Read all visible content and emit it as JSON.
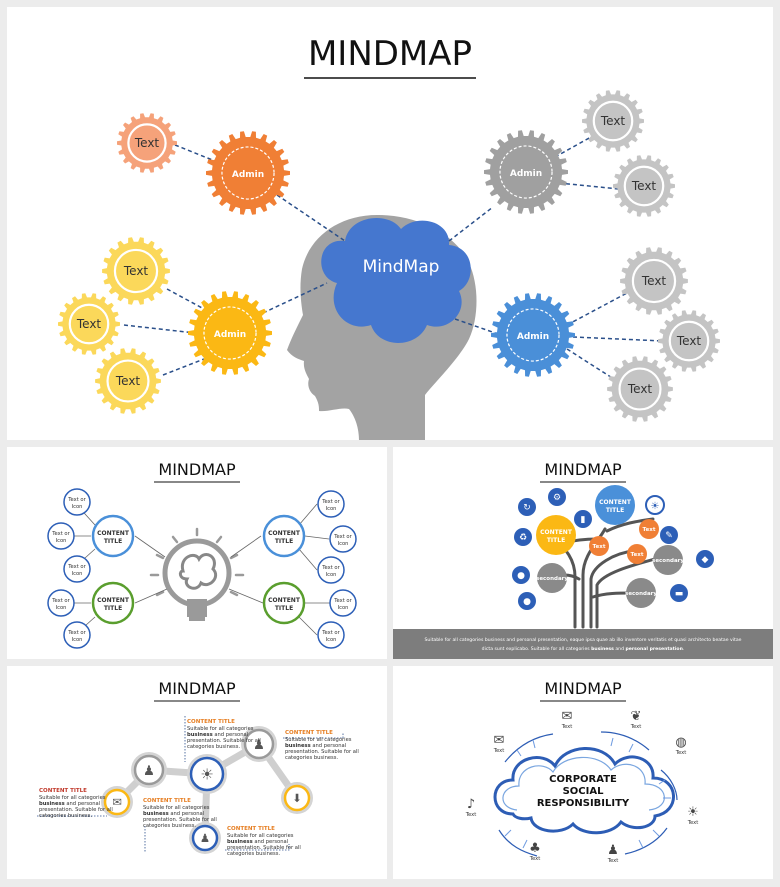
{
  "main": {
    "title": "MINDMAP",
    "center_label": "MindMap",
    "admin_label": "Admin",
    "text_label": "Text",
    "colors": {
      "orange": "#f07f35",
      "orange_light": "#f5a27a",
      "yellow": "#fbb814",
      "yellow_light": "#fbd85a",
      "gray": "#a0a0a0",
      "gray_light": "#c4c4c4",
      "blue": "#4a8fd8",
      "brain": "#4577cf",
      "head": "#a3a3a3",
      "dash": "#2a4f8a"
    }
  },
  "bulb": {
    "title": "MINDMAP",
    "node_label_1": "Text or",
    "node_label_2": "Icon",
    "content_title_1": "CONTENT",
    "content_title_2": "TITLE"
  },
  "tree": {
    "title": "MINDMAP",
    "content_title_1": "CONTENT",
    "content_title_2": "TITLE",
    "secondary_label": "secondary",
    "text_label": "Text",
    "footer_line_1": "Suitable for all categories business and personal presentation, eaque ipsa quae ab illo inventore veritatis et quasi architecto beatae vitae",
    "footer_line_2_a": "dicta sunt explicabo. Suitable for all categories",
    "footer_bold_1": "business",
    "footer_line_2_b": "and",
    "footer_bold_2": "personal presentation",
    "footer_end": "."
  },
  "circles": {
    "title": "MINDMAP",
    "content_title": "CONTENT TITLE",
    "desc_1": "Suitable for all categories",
    "desc_2a": "business",
    "desc_2b": "and personal",
    "desc_3": "presentation. Suitable for all",
    "desc_4": "categories business."
  },
  "cloud": {
    "title": "MINDMAP",
    "center_1": "CORPORATE",
    "center_2": "SOCIAL",
    "center_3": "RESPONSIBILITY",
    "text_label": "Text"
  }
}
